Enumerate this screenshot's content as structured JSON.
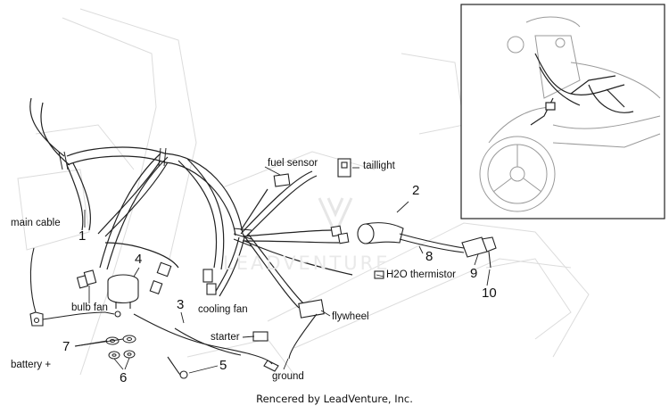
{
  "labels": {
    "main_cable": "main cable",
    "bulb_fan": "bulb fan",
    "battery_plus": "battery +",
    "cooling_fan": "cooling fan",
    "starter": "starter",
    "ground": "ground",
    "fuel_sensor": "fuel sensor",
    "taillight": "taillight",
    "h2o_thermistor": "H2O thermistor",
    "flywheel": "flywheel"
  },
  "callouts": [
    "1",
    "2",
    "3",
    "4",
    "5",
    "6",
    "7",
    "8",
    "9",
    "10"
  ],
  "watermark": "LEADVENTURE",
  "credit": "Rencered by LeadVenture, Inc."
}
